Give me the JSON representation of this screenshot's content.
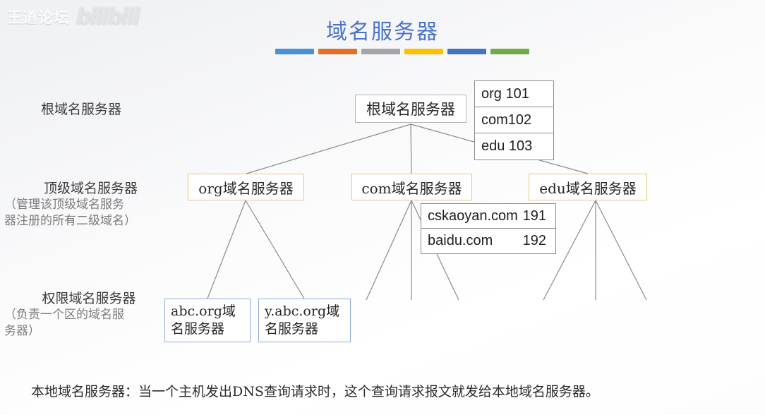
{
  "watermark": {
    "site_text": "王道论坛",
    "logo_text": "bilibili"
  },
  "title": {
    "text": "域名服务器",
    "color": "#4a74c9",
    "bars": [
      {
        "name": "bar-blue",
        "color": "#4a90d4"
      },
      {
        "name": "bar-orange",
        "color": "#e2702a"
      },
      {
        "name": "bar-gray",
        "color": "#a5a5a5"
      },
      {
        "name": "bar-yellow",
        "color": "#ffc000"
      },
      {
        "name": "bar-darkblue",
        "color": "#4472c4"
      },
      {
        "name": "bar-green",
        "color": "#70ad47"
      }
    ]
  },
  "tiers": {
    "root": {
      "heading": "根域名服务器",
      "note": ""
    },
    "tld": {
      "heading": "顶级域名服务器",
      "note": "（管理该顶级域名服务\n器注册的所有二级域名）"
    },
    "authority": {
      "heading": "权限域名服务器",
      "note": "（负责一个区的域名服\n务器）"
    }
  },
  "nodes": {
    "root": {
      "label": "根域名服务器"
    },
    "tld": [
      {
        "id": "org",
        "label": "org域名服务器"
      },
      {
        "id": "com",
        "label": "com域名服务器"
      },
      {
        "id": "edu",
        "label": "edu域名服务器"
      }
    ],
    "authority": [
      {
        "id": "abc",
        "label": "abc.org域\n名服务器"
      },
      {
        "id": "yabc",
        "label": "y.abc.org域\n名服务器"
      }
    ]
  },
  "tables": {
    "root_records": {
      "rows": [
        {
          "name": "org 101"
        },
        {
          "name": "com102"
        },
        {
          "name": "edu 103"
        }
      ]
    },
    "com_records": {
      "rows": [
        {
          "name": "cskaoyan.com",
          "value": "191"
        },
        {
          "name": "baidu.com",
          "value": "192"
        }
      ]
    }
  },
  "footer": {
    "text": "本地域名服务器：当一个主机发出DNS查询请求时，这个查询请求报文就发给本地域名服务器。"
  }
}
